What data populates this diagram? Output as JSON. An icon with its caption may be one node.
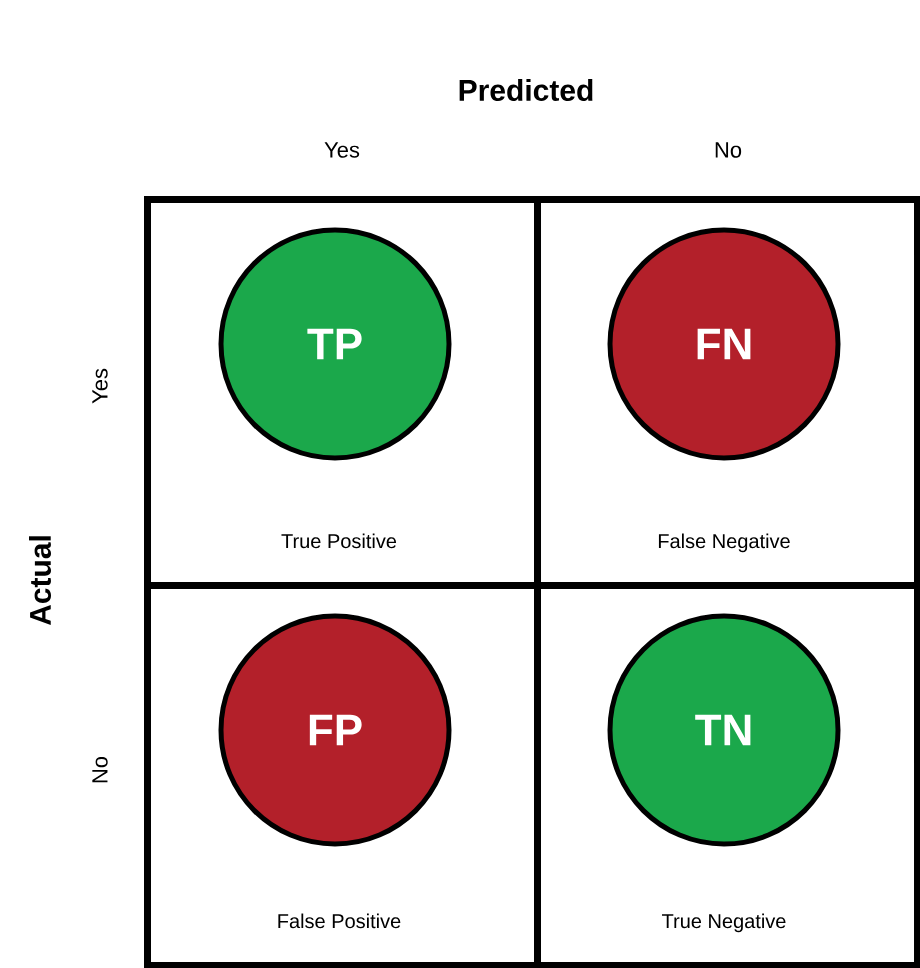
{
  "diagram": {
    "nodes": [
      {
        "text": [
          "True Positive"
        ]
      },
      {
        "text": [
          "TP"
        ],
        "in": 0
      },
      {
        "text": [
          "False Negative"
        ]
      },
      {
        "text": [
          "FN"
        ],
        "in": 2
      },
      {
        "text": [
          "False Positive"
        ]
      },
      {
        "text": [
          "FP"
        ],
        "in": 4
      },
      {
        "text": [
          "True Negative"
        ]
      },
      {
        "text": [
          "TN"
        ],
        "in": 6
      }
    ],
    "edges": [],
    "labels": [
      "Predicted",
      "Yes",
      "No",
      "Actual",
      "Yes",
      "No"
    ]
  }
}
